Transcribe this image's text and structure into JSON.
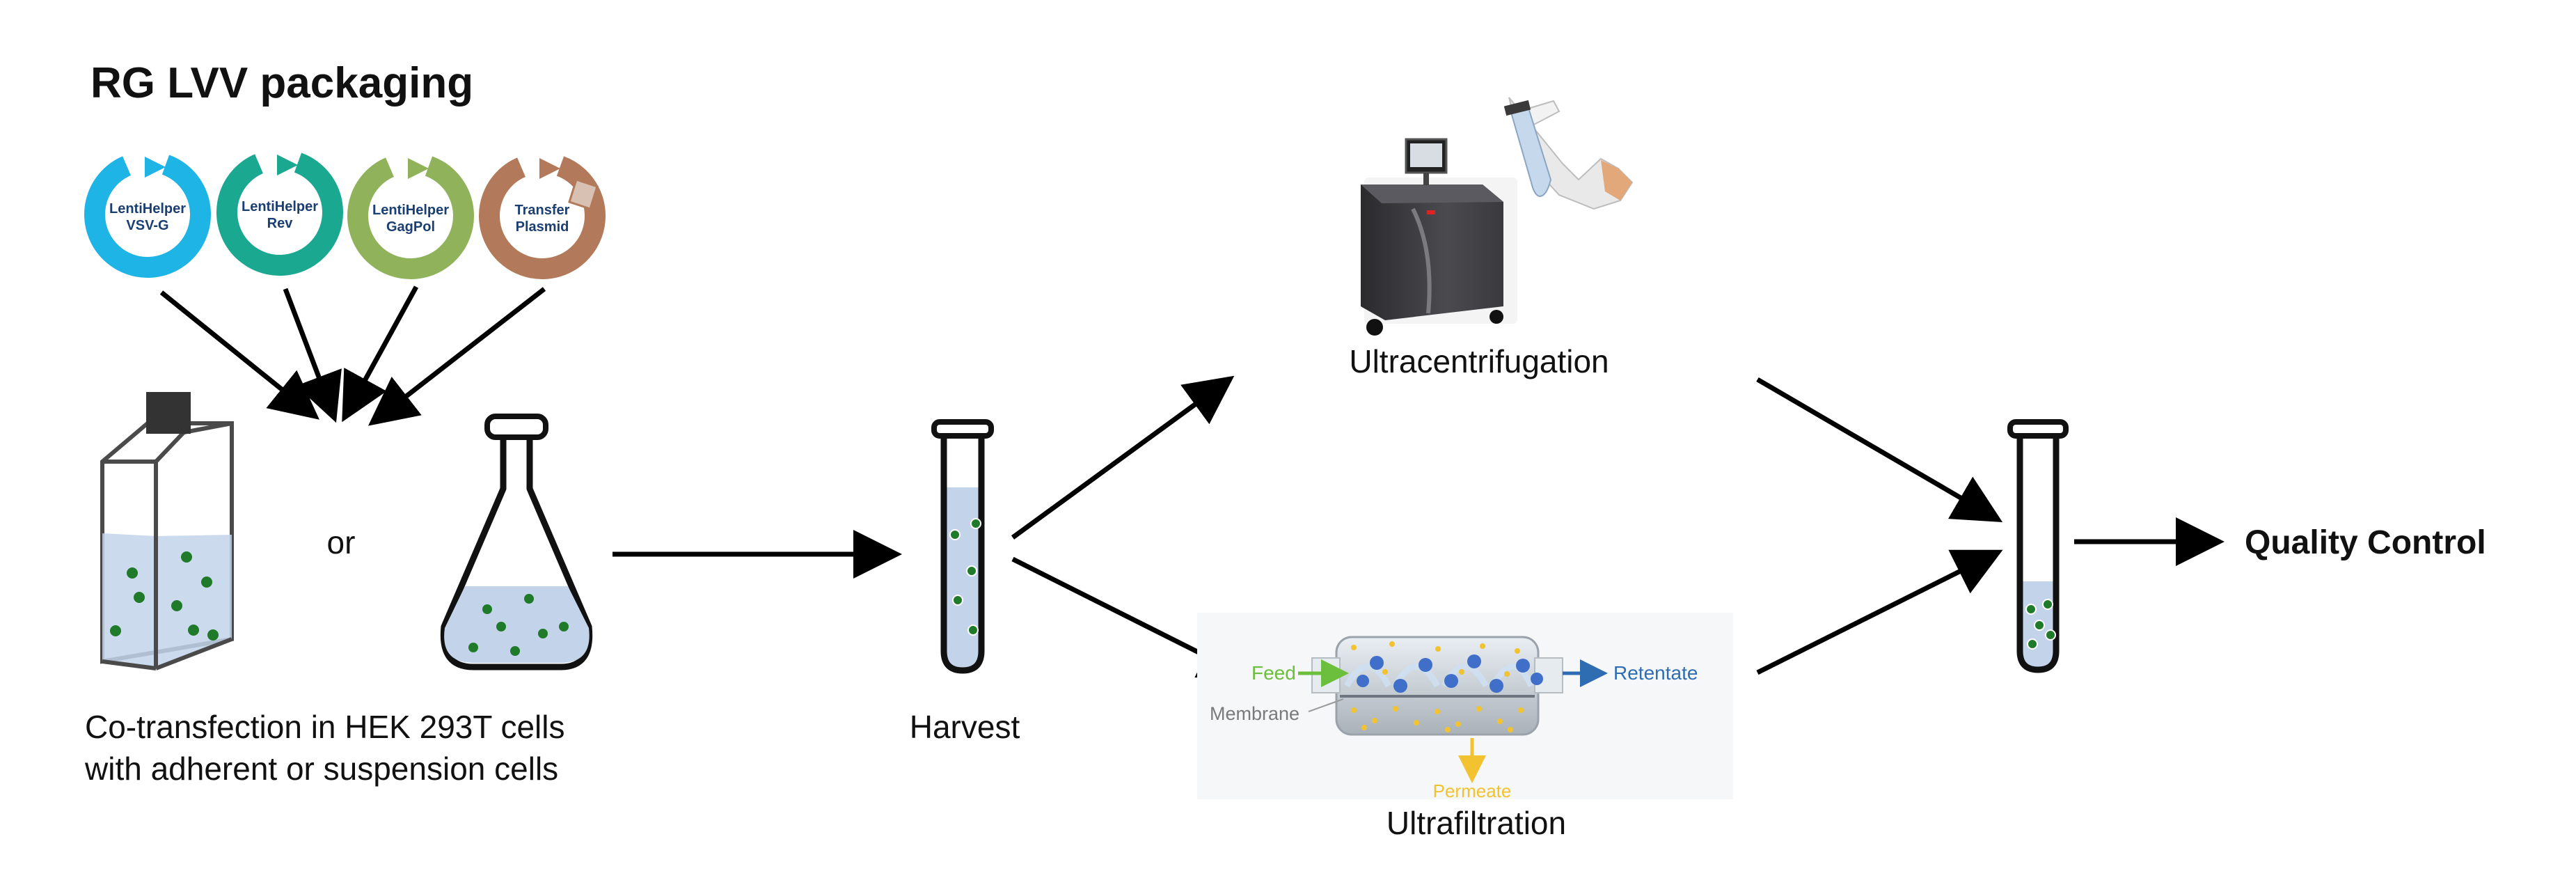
{
  "title": "RG LVV packaging",
  "plasmids": [
    {
      "line1": "LentiHelper",
      "line2": "VSV-G",
      "color": "#1fb4e6"
    },
    {
      "line1": "LentiHelper",
      "line2": "Rev",
      "color": "#1aa890"
    },
    {
      "line1": "LentiHelper",
      "line2": "GagPol",
      "color": "#8fb25a"
    },
    {
      "line1": "Transfer",
      "line2": "Plasmid",
      "color": "#b27a5a"
    }
  ],
  "or_text": "or",
  "cotransfection_line1": "Co-transfection in HEK 293T cells",
  "cotransfection_line2": "with adherent or suspension cells",
  "harvest_label": "Harvest",
  "ultracentrifugation_label": "Ultracentrifugation",
  "ultrafiltration_label": "Ultrafiltration",
  "filter": {
    "feed": "Feed",
    "retentate": "Retentate",
    "membrane": "Membrane",
    "permeate": "Permeate"
  },
  "quality_control_label": "Quality Control",
  "colors": {
    "liquid": "#c3d3ea",
    "cell_dot": "#1f7a2a",
    "virus_dot": "#f2c230",
    "retained_particle": "#3f6fc8",
    "feed_green": "#6cbf3c",
    "retentate_blue": "#2f6db3"
  }
}
